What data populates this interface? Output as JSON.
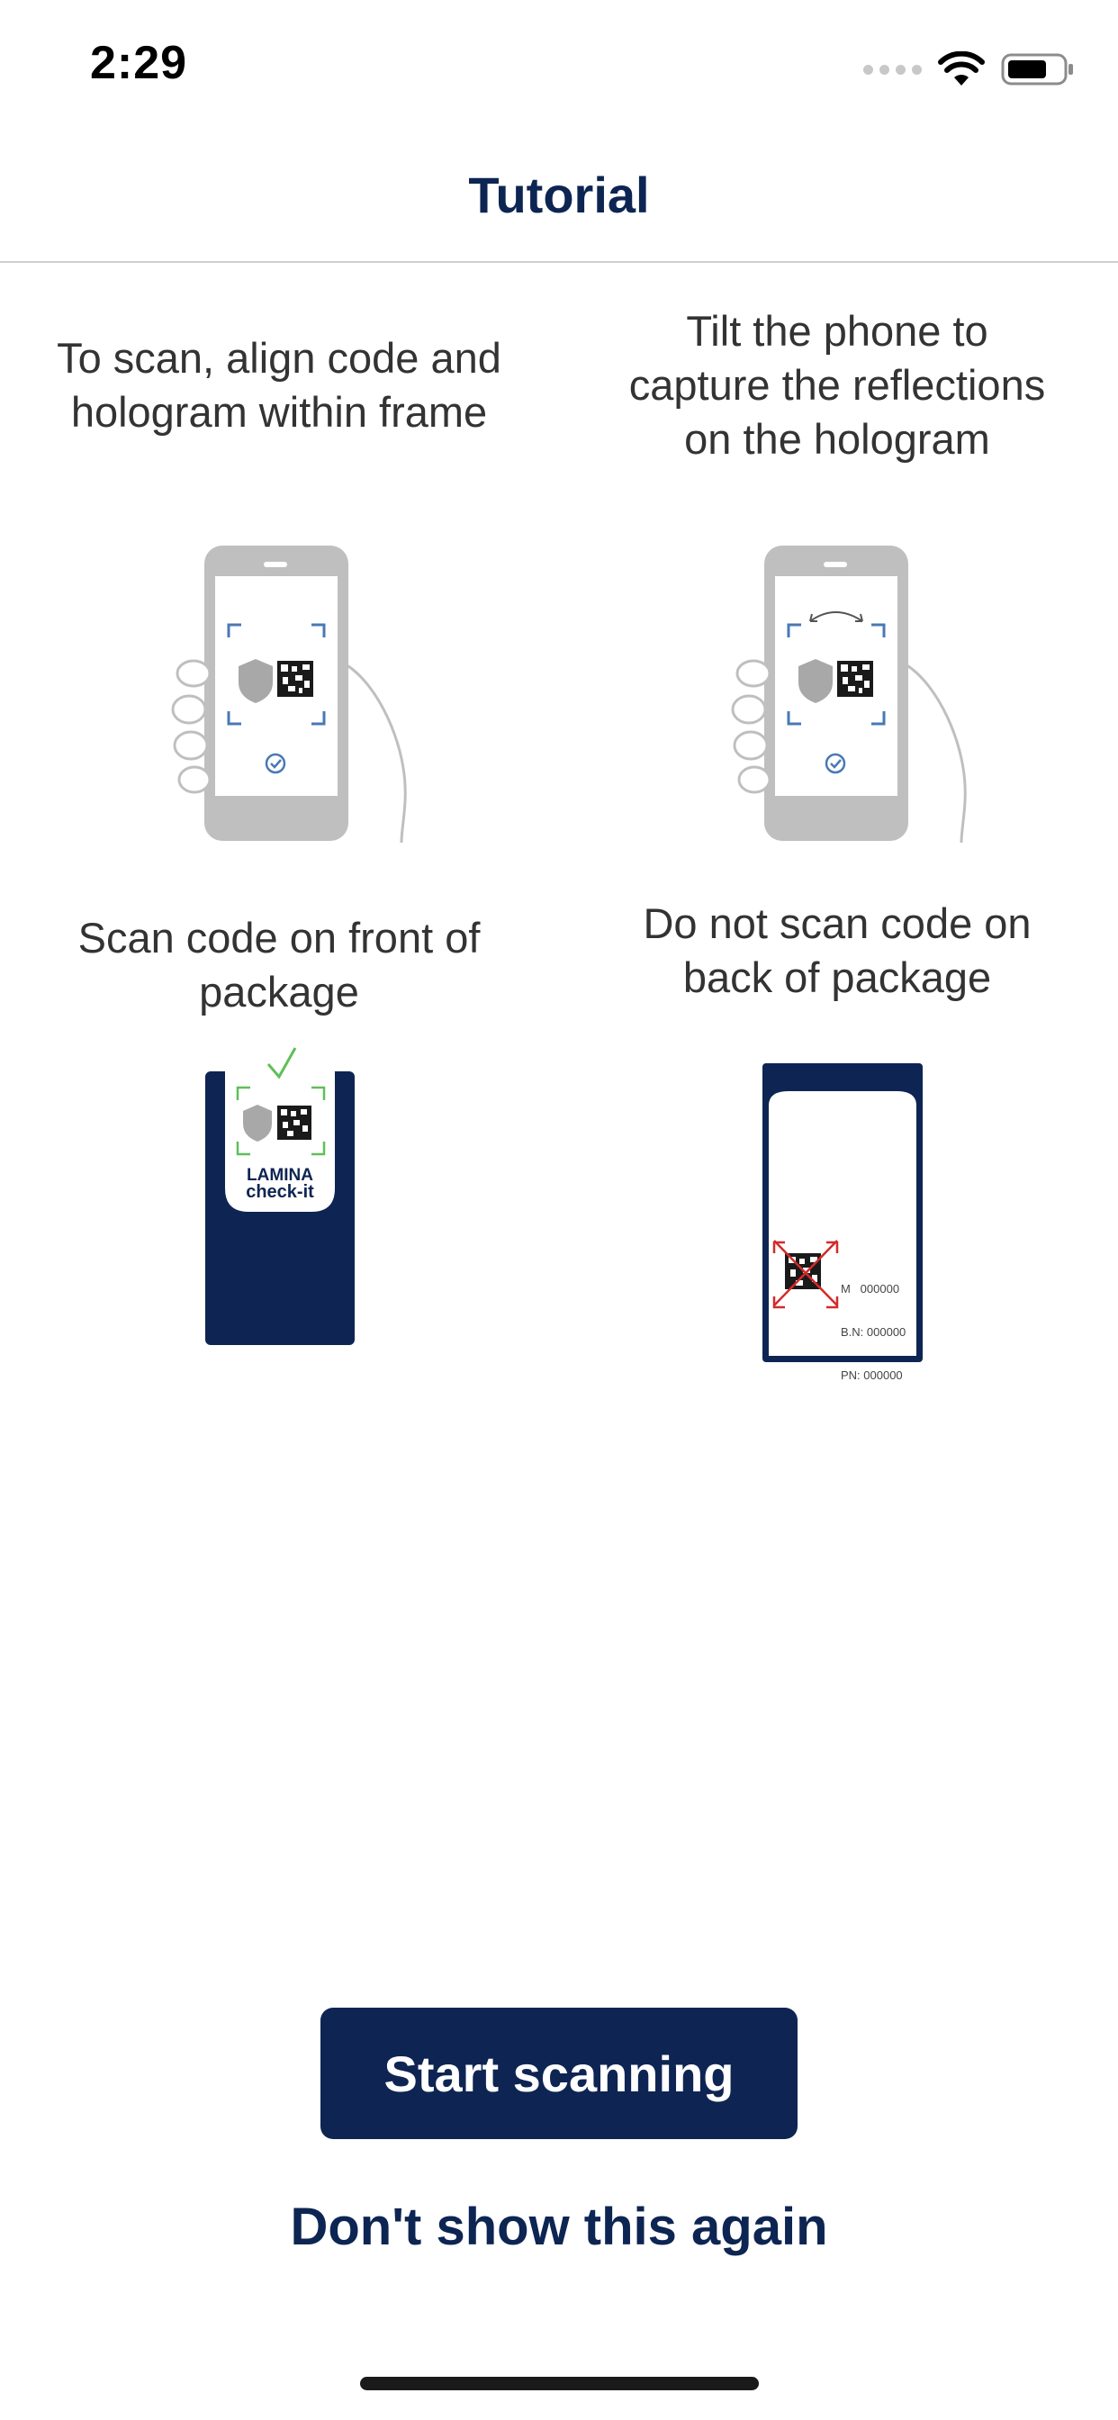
{
  "status_bar": {
    "time": "2:29"
  },
  "nav": {
    "title": "Tutorial"
  },
  "tips": [
    {
      "text": "To scan, align code and hologram within frame"
    },
    {
      "text": "Tilt the phone to capture the reflections on the hologram"
    },
    {
      "text": "Scan code on front of package"
    },
    {
      "text": "Do not scan code on back of package"
    }
  ],
  "package_front": {
    "brand_line1": "LAMINA",
    "brand_line2": "check-it"
  },
  "package_back": {
    "label_m": "M   000000",
    "label_bn": "B.N: 000000",
    "label_pn": "PN: 000000"
  },
  "actions": {
    "start_label": "Start scanning",
    "dont_show_label": "Don't show this again"
  },
  "colors": {
    "brand_navy": "#0e2553",
    "accent_blue": "#4a78b5",
    "ok_green": "#5fbf5a",
    "error_red": "#d42a2a",
    "phone_gray": "#bfbfbf"
  },
  "icons": [
    "cellular-signal-icon",
    "wifi-icon",
    "battery-icon",
    "shield-icon",
    "qr-code-icon",
    "check-circle-icon",
    "checkmark-icon",
    "tilt-arrow-icon",
    "cross-icon"
  ]
}
